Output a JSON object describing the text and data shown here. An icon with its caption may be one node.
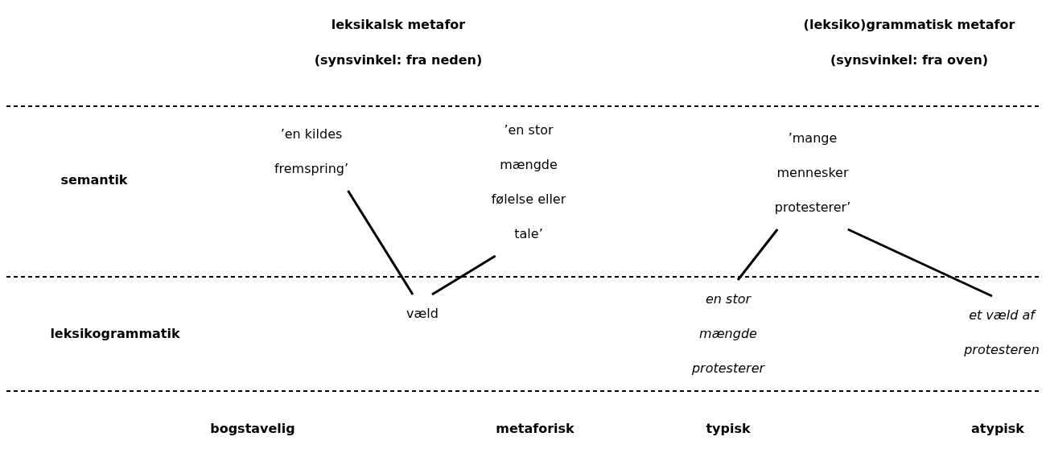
{
  "diagram": {
    "nodes": [
      {
        "text": [
          "’en kildes fremspring’"
        ]
      },
      {
        "text": [
          "’en stor mængde følelse eller tale’"
        ]
      },
      {
        "text": [
          "væld"
        ]
      },
      {
        "text": [
          "’mange mennesker protesterer’"
        ]
      },
      {
        "text": [
          "en stor mængde protesterer"
        ]
      },
      {
        "text": [
          "et væld af protesteren"
        ]
      }
    ],
    "edges": [
      {
        "from": 0,
        "to": 2,
        "arrow": "none"
      },
      {
        "from": 1,
        "to": 2,
        "arrow": "none"
      },
      {
        "from": 3,
        "to": 4,
        "arrow": "none"
      },
      {
        "from": 3,
        "to": 5,
        "arrow": "none"
      }
    ],
    "labels": [
      "leksikalsk metafor",
      "(synsvinkel: fra neden)",
      "(leksiko)grammatisk metafor",
      "(synsvinkel: fra oven)",
      "semantik",
      "leksikogrammatik",
      "bogstavelig",
      "metaforisk",
      "typisk",
      "atypisk"
    ]
  }
}
